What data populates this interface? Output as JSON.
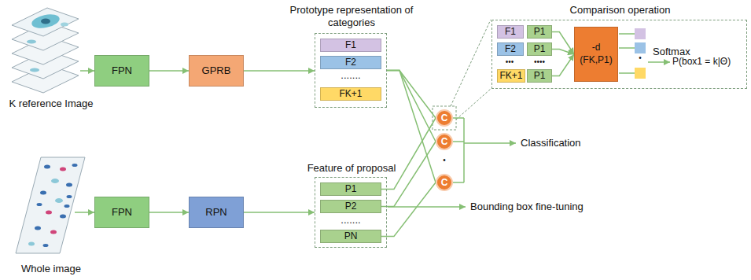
{
  "diagram": {
    "nodes": [
      {
        "text": [
          "FPN"
        ]
      },
      {
        "text": [
          "GPRB"
        ]
      },
      {
        "text": [
          "Prototype representation of categories"
        ]
      },
      {
        "text": [
          "F1"
        ],
        "in": 2
      },
      {
        "text": [
          "F2"
        ],
        "in": 2
      },
      {
        "text": [
          "FK+1"
        ],
        "in": 2
      },
      {
        "text": [
          "Comparison operation"
        ]
      },
      {
        "text": [
          "F1"
        ],
        "in": 6
      },
      {
        "text": [
          "P1"
        ],
        "in": 6
      },
      {
        "text": [
          "F2"
        ],
        "in": 6
      },
      {
        "text": [
          "P1"
        ],
        "in": 6
      },
      {
        "text": [
          "FK+1"
        ],
        "in": 6
      },
      {
        "text": [
          "P1"
        ],
        "in": 6
      },
      {
        "text": [
          "-d (FK,P1)"
        ],
        "in": 6
      },
      {
        "text": [
          "FPN"
        ]
      },
      {
        "text": [
          "RPN"
        ]
      },
      {
        "text": [
          "Feature of proposal"
        ]
      },
      {
        "text": [
          "P1"
        ],
        "in": 16
      },
      {
        "text": [
          "P2"
        ],
        "in": 16
      },
      {
        "text": [
          "PN"
        ],
        "in": 16
      },
      {
        "text": [
          "C"
        ]
      },
      {
        "text": [
          "C"
        ]
      },
      {
        "text": [
          "C"
        ]
      }
    ],
    "edges": [
      {
        "from": 0,
        "to": 1,
        "arrow": "to"
      },
      {
        "from": 1,
        "to": 2,
        "arrow": "to"
      },
      {
        "from": 14,
        "to": 15,
        "arrow": "to"
      },
      {
        "from": 15,
        "to": 16,
        "arrow": "to"
      },
      {
        "from": 2,
        "to": 20,
        "arrow": "none"
      },
      {
        "from": 2,
        "to": 21,
        "arrow": "none"
      },
      {
        "from": 2,
        "to": 22,
        "arrow": "none"
      },
      {
        "from": 17,
        "to": 20,
        "arrow": "none"
      },
      {
        "from": 18,
        "to": 21,
        "arrow": "none"
      },
      {
        "from": 19,
        "to": 22,
        "arrow": "none"
      },
      {
        "from": 8,
        "to": 13,
        "arrow": "to"
      },
      {
        "from": 10,
        "to": 13,
        "arrow": "to"
      },
      {
        "from": 12,
        "to": 13,
        "arrow": "to"
      }
    ],
    "labels": [
      "K reference Image",
      ".......",
      "•••",
      "••••",
      "•",
      "Softmax",
      "P(box1 = k|Θ)",
      "•",
      "Classification",
      ".......",
      "Bounding box fine-tuning",
      "Whole image"
    ]
  }
}
